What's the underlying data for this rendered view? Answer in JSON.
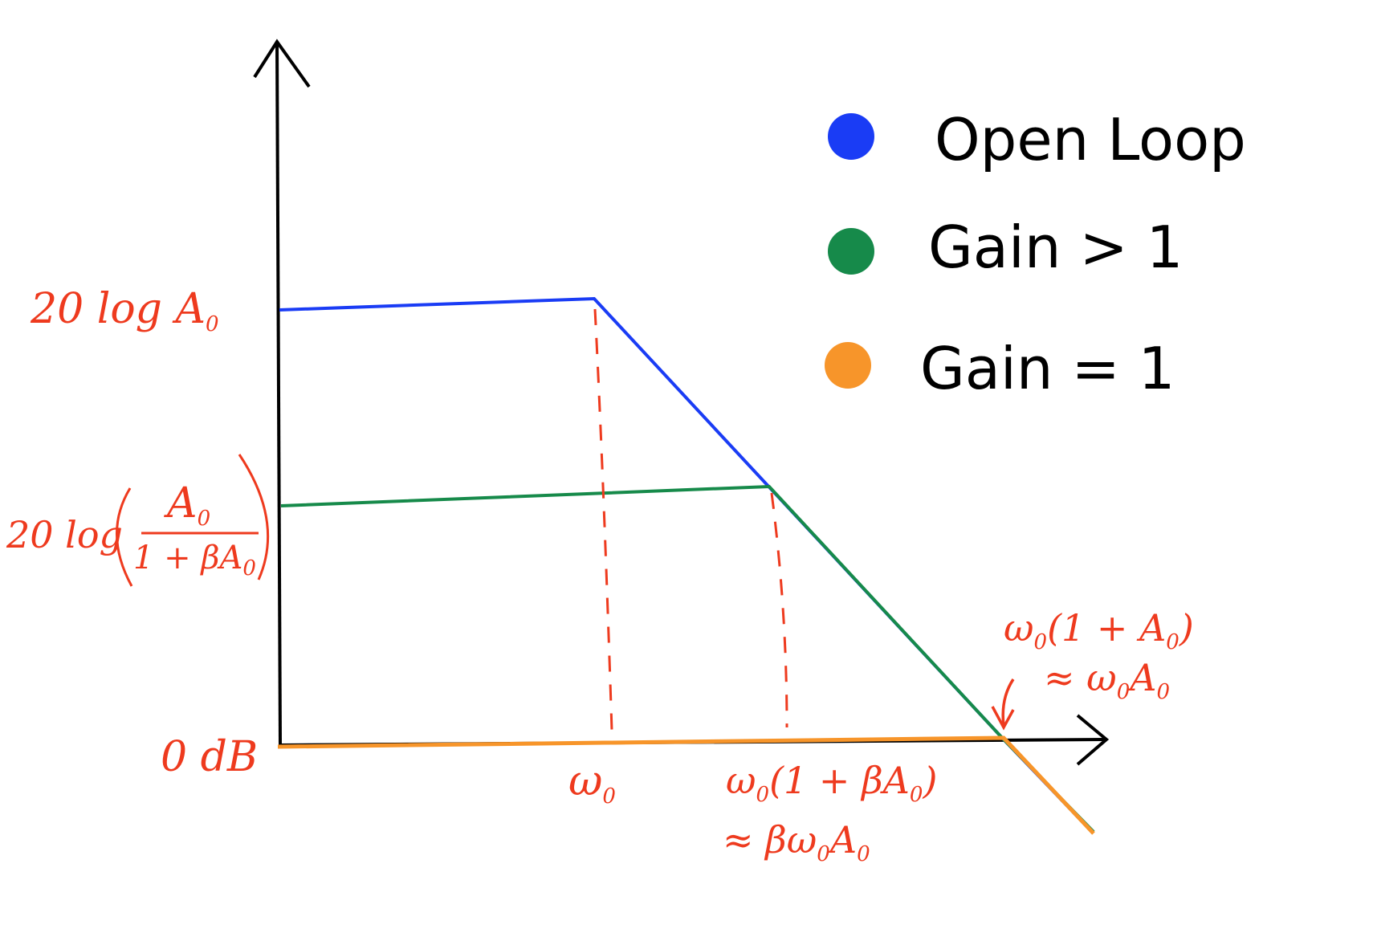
{
  "colors": {
    "open_loop": "#1a3cf5",
    "gain_gt_1": "#168a4a",
    "gain_eq_1": "#f7952a",
    "annotation": "#ee3a1e",
    "axis": "#000000"
  },
  "legend": [
    {
      "label": "Open Loop",
      "color": "#1a3cf5"
    },
    {
      "label": "Gain > 1",
      "color": "#168a4a"
    },
    {
      "label": "Gain = 1",
      "color": "#f7952a"
    }
  ],
  "y_labels": {
    "open_loop_gain": {
      "prefix": "20 log A",
      "sub": "0"
    },
    "closed_loop_gain": {
      "prefix": "20 log",
      "numerator": "A",
      "num_sub": "0",
      "denominator": "1 + βA",
      "den_sub": "0"
    },
    "zero_db": "0 dB"
  },
  "x_labels": {
    "w0": {
      "main": "ω",
      "sub": "0"
    },
    "w0_1_beta_a0": {
      "line1": "(1 + βA",
      "line1_end": ")",
      "line2": "≈ βω",
      "line2_end": "A"
    },
    "w0_1_a0": {
      "line1": "(1 + A",
      "line1_end": ")",
      "line2": "≈ ω",
      "line2_end": "A"
    },
    "subscript": "0"
  }
}
